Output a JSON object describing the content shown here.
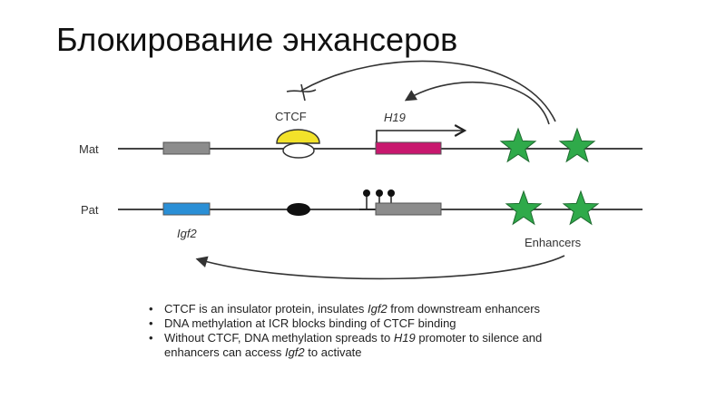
{
  "title": "Блокирование энхансеров",
  "diagram": {
    "labels": {
      "mat": "Mat",
      "pat": "Pat",
      "ctcf": "CTCF",
      "h19": "H19",
      "igf2": "Igf2",
      "enhancers": "Enhancers"
    },
    "colors": {
      "line": "#444444",
      "gray_box": "#8c8c8c",
      "h19_box": "#c8186e",
      "igf2_box": "#2a8fd6",
      "ctcf_top": "#f2e22a",
      "star": "#2faa4a",
      "methyl": "#111111"
    }
  },
  "bullets": [
    {
      "parts": [
        {
          "text": "CTCF is an insulator protein, insulates ",
          "italic": false
        },
        {
          "text": "Igf2",
          "italic": true
        },
        {
          "text": " from downstream enhancers",
          "italic": false
        }
      ]
    },
    {
      "parts": [
        {
          "text": "DNA methylation at ICR blocks binding of CTCF binding",
          "italic": false
        }
      ]
    },
    {
      "parts": [
        {
          "text": "Without CTCF, DNA methylation spreads to ",
          "italic": false
        },
        {
          "text": "H19",
          "italic": true
        },
        {
          "text": " promoter to silence and enhancers can access ",
          "italic": false
        },
        {
          "text": "Igf2",
          "italic": true
        },
        {
          "text": " to activate",
          "italic": false
        }
      ]
    }
  ]
}
